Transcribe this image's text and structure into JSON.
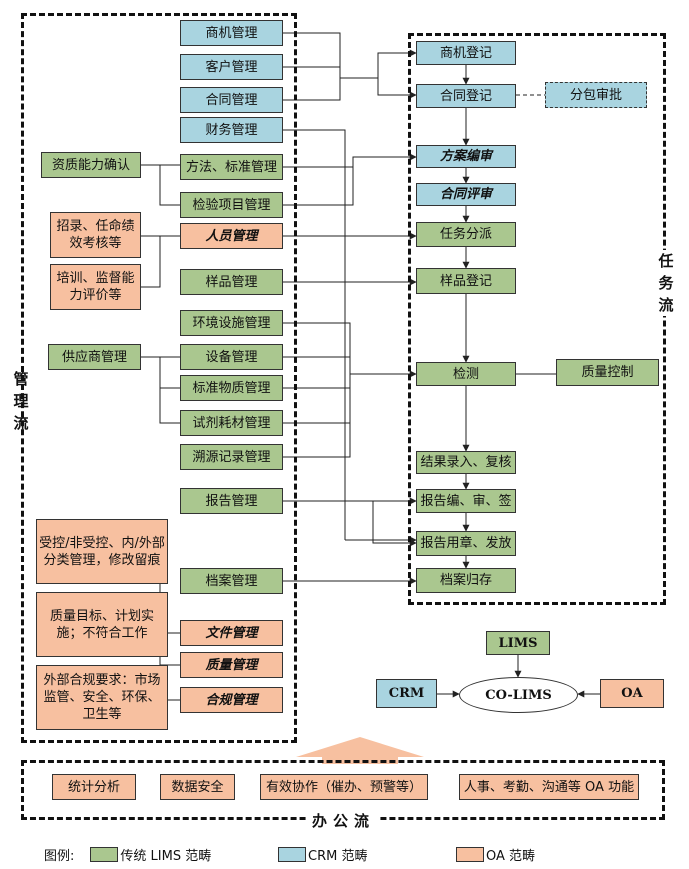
{
  "regions": {
    "management": "管理流",
    "task": "任务流",
    "office": "办公流"
  },
  "crm_nodes": {
    "opportunity": "商机管理",
    "customer": "客户管理",
    "contract": "合同管理",
    "finance": "财务管理"
  },
  "mgmt_nodes": {
    "qualification": "资质能力确认",
    "method_standard": "方法、标准管理",
    "test_item": "检验项目管理",
    "recruit": "招录、任命绩效考核等",
    "personnel": "人员管理",
    "training": "培训、监督能力评价等",
    "sample": "样品管理",
    "supplier": "供应商管理",
    "environment": "环境设施管理",
    "equipment": "设备管理",
    "reference_material": "标准物质管理",
    "reagent": "试剂耗材管理",
    "traceability": "溯源记录管理",
    "report": "报告管理",
    "controlled_doc": "受控/非受控、内/外部分类管理，修改留痕",
    "archive": "档案管理",
    "quality_target": "质量目标、计划实施；不符合工作",
    "document": "文件管理",
    "quality": "质量管理",
    "external_compliance": "外部合规要求：市场监管、安全、环保、卫生等",
    "compliance": "合规管理"
  },
  "task_nodes": {
    "opportunity_reg": "商机登记",
    "contract_reg": "合同登记",
    "subcontract": "分包审批",
    "plan_review": "方案编审",
    "contract_review": "合同评审",
    "task_dispatch": "任务分派",
    "sample_reg": "样品登记",
    "testing": "检测",
    "quality_control": "质量控制",
    "result_entry": "结果录入、复核",
    "report_compile": "报告编、审、签",
    "report_seal": "报告用章、发放",
    "archive_store": "档案归存"
  },
  "colims": {
    "lims": "LIMS",
    "crm": "CRM",
    "center": "CO-LIMS",
    "oa": "OA"
  },
  "office_items": [
    "统计分析",
    "数据安全",
    "有效协作（催办、预警等）",
    "人事、考勤、沟通等 OA 功能"
  ],
  "legend": {
    "prefix": "图例:",
    "lims": "传统 LIMS 范畴",
    "crm": "CRM 范畴",
    "oa": "OA 范畴"
  },
  "colors": {
    "lims": "#aac78f",
    "crm": "#a9d4e0",
    "oa": "#f7c0a0"
  }
}
